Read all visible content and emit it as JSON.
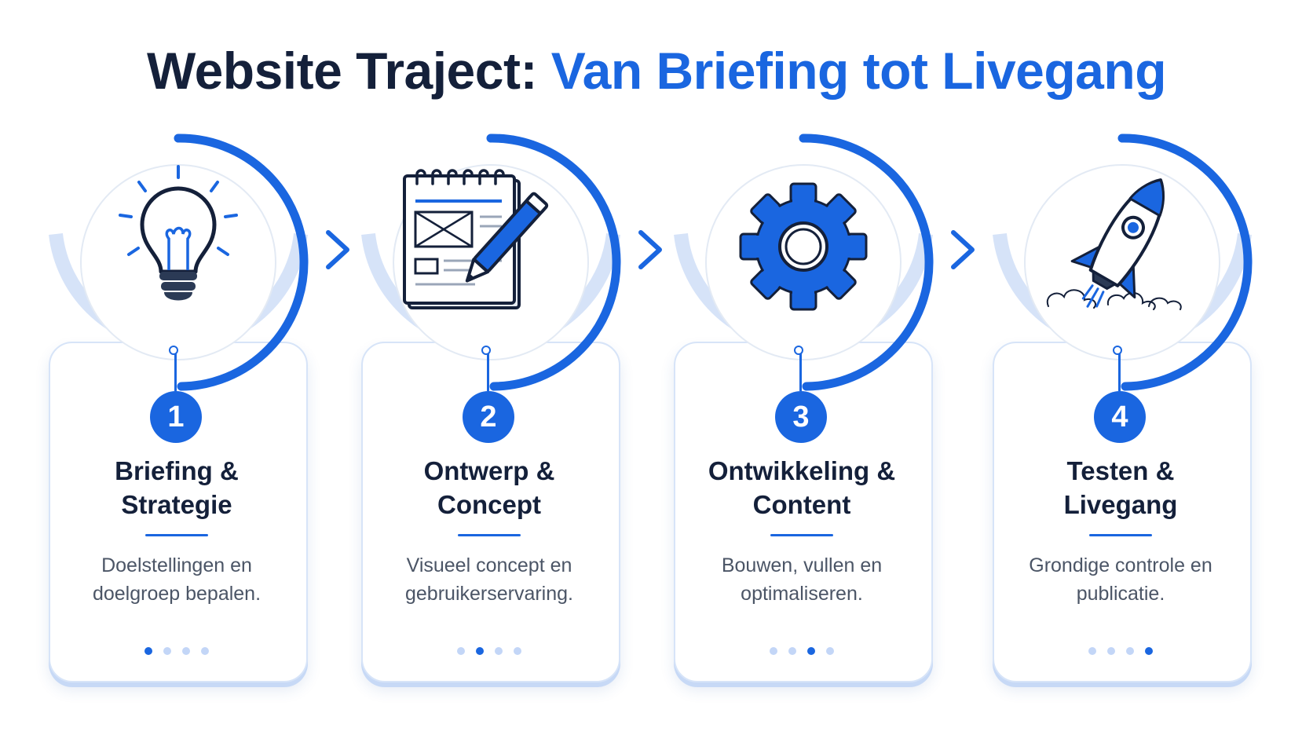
{
  "title": {
    "part1": "Website Traject:",
    "part2": "Van Briefing tot Livegang"
  },
  "colors": {
    "accent": "#1a66e0",
    "dark": "#14203a",
    "light_blue": "#c3d6f7",
    "text_gray": "#4b5566"
  },
  "steps": [
    {
      "number": "1",
      "title_line1": "Briefing &",
      "title_line2": "Strategie",
      "desc_line1": "Doelstellingen en",
      "desc_line2": "doelgroep bepalen.",
      "icon": "lightbulb-icon",
      "active_dot": 1
    },
    {
      "number": "2",
      "title_line1": "Ontwerp &",
      "title_line2": "Concept",
      "desc_line1": "Visueel concept en",
      "desc_line2": "gebruikerservaring.",
      "icon": "notepad-pencil-icon",
      "active_dot": 2
    },
    {
      "number": "3",
      "title_line1": "Ontwikkeling &",
      "title_line2": "Content",
      "desc_line1": "Bouwen, vullen en",
      "desc_line2": "optimaliseren.",
      "icon": "gear-icon",
      "active_dot": 3
    },
    {
      "number": "4",
      "title_line1": "Testen &",
      "title_line2": "Livegang",
      "desc_line1": "Grondige controle en",
      "desc_line2": "publicatie.",
      "icon": "rocket-icon",
      "active_dot": 4
    }
  ]
}
